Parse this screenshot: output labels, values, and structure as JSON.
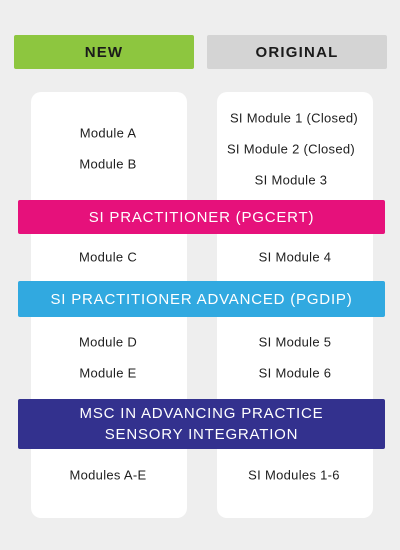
{
  "headers": {
    "new": "NEW",
    "original": "ORIGINAL"
  },
  "new_column": {
    "module_a": "Module A",
    "module_b": "Module B",
    "module_c": "Module C",
    "module_d": "Module D",
    "module_e": "Module E",
    "modules_all": "Modules A-E"
  },
  "original_column": {
    "module_1": "SI Module 1 (Closed)",
    "module_2": "SI Module 2 (Closed)",
    "module_3": "SI Module 3",
    "module_4": "SI Module 4",
    "module_5": "SI Module 5",
    "module_6": "SI Module 6",
    "modules_all": "SI Modules 1-6"
  },
  "bands": {
    "pgcert": "SI PRACTITIONER (PGCERT)",
    "pgdip": "SI PRACTITIONER ADVANCED (PGDIP)",
    "msc_line1": "MSC IN ADVANCING PRACTICE",
    "msc_line2": "SENSORY INTEGRATION"
  },
  "colors": {
    "new_header": "#8dc63f",
    "original_header": "#d4d4d4",
    "pgcert_band": "#e6117b",
    "pgdip_band": "#31a9e0",
    "msc_band": "#33318e",
    "background": "#eeeeee"
  }
}
